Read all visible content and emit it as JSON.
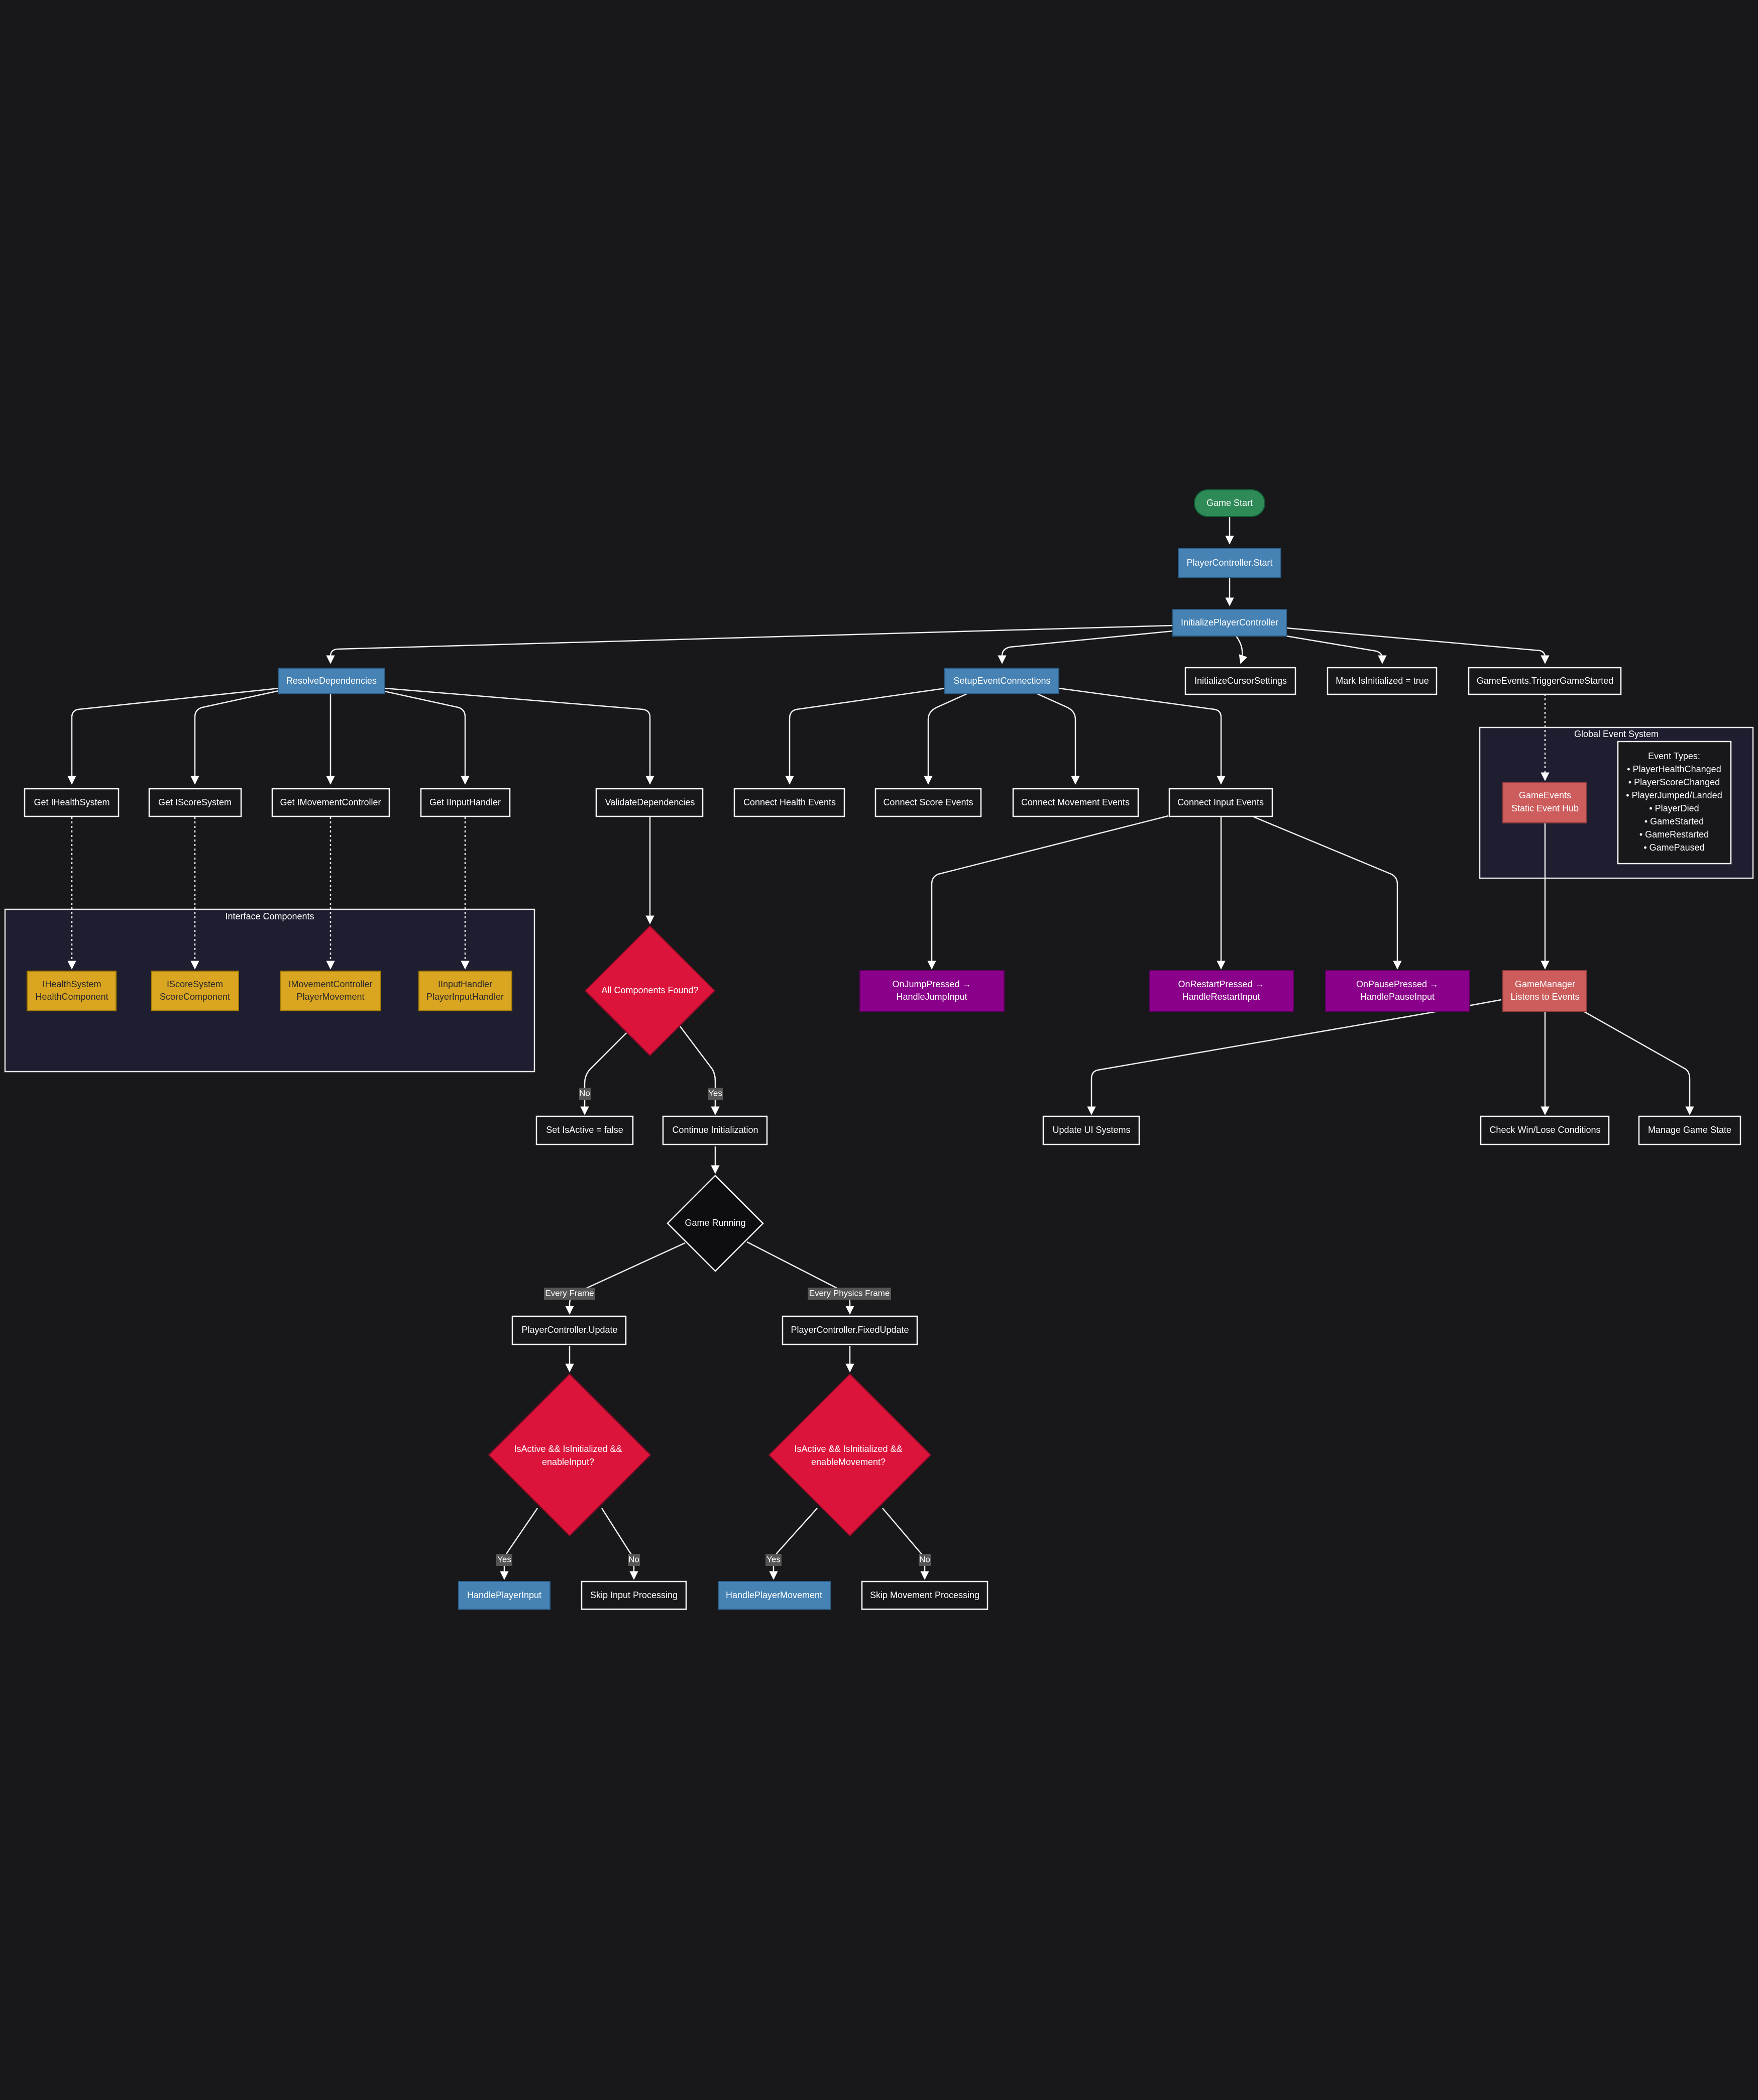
{
  "colors": {
    "background": "#18181b",
    "start": "#2e8b57",
    "process_blue": "#4682b4",
    "dark_node": "#18181b",
    "interface": "#daa520",
    "decision": "#dc143c",
    "event_purple": "#8b008b",
    "event_red": "#cd5c5c",
    "group_fill": "#1e1e30",
    "line": "#ffffff"
  },
  "groups": {
    "interface_components": "Interface Components",
    "global_event_system": "Global Event System"
  },
  "nodes": {
    "game_start": "Game Start",
    "player_controller_start": "PlayerController.Start",
    "initialize_player_controller": "InitializePlayerController",
    "resolve_dependencies": "ResolveDependencies",
    "setup_event_connections": "SetupEventConnections",
    "initialize_cursor_settings": "InitializeCursorSettings",
    "mark_is_initialized": "Mark IsInitialized = true",
    "trigger_game_started": "GameEvents.TriggerGameStarted",
    "get_ihealthsystem": "Get IHealthSystem",
    "get_iscoresystem": "Get IScoreSystem",
    "get_imovementcontroller": "Get IMovementController",
    "get_iinputhandler": "Get IInputHandler",
    "validate_dependencies": "ValidateDependencies",
    "connect_health_events": "Connect Health Events",
    "connect_score_events": "Connect Score Events",
    "connect_movement_events": "Connect Movement Events",
    "connect_input_events": "Connect Input Events",
    "ihealthsystem": [
      "IHealthSystem",
      "HealthComponent"
    ],
    "iscoresystem": [
      "IScoreSystem",
      "ScoreComponent"
    ],
    "imovementcontroller": [
      "IMovementController",
      "PlayerMovement"
    ],
    "iinputhandler": [
      "IInputHandler",
      "PlayerInputHandler"
    ],
    "all_components_found": "All Components Found?",
    "on_jump_pressed": [
      "OnJumpPressed →",
      "HandleJumpInput"
    ],
    "on_restart_pressed": [
      "OnRestartPressed →",
      "HandleRestartInput"
    ],
    "on_pause_pressed": [
      "OnPausePressed →",
      "HandlePauseInput"
    ],
    "game_events_hub": [
      "GameEvents",
      "Static Event Hub"
    ],
    "event_types": [
      "Event Types:",
      "• PlayerHealthChanged",
      "• PlayerScoreChanged",
      "• PlayerJumped/Landed",
      "• PlayerDied",
      "• GameStarted",
      "• GameRestarted",
      "• GamePaused"
    ],
    "game_manager": [
      "GameManager",
      "Listens to Events"
    ],
    "set_is_active_false": "Set IsActive = false",
    "continue_initialization": "Continue Initialization",
    "update_ui_systems": "Update UI Systems",
    "check_win_lose": "Check Win/Lose Conditions",
    "manage_game_state": "Manage Game State",
    "game_running": "Game Running",
    "player_controller_update": "PlayerController.Update",
    "player_controller_fixed_update": "PlayerController.FixedUpdate",
    "input_check": [
      "IsActive && IsInitialized &&",
      "enableInput?"
    ],
    "movement_check": [
      "IsActive && IsInitialized &&",
      "enableMovement?"
    ],
    "handle_player_input": "HandlePlayerInput",
    "skip_input_processing": "Skip Input Processing",
    "handle_player_movement": "HandlePlayerMovement",
    "skip_movement_processing": "Skip Movement Processing"
  },
  "edge_labels": {
    "no": "No",
    "yes": "Yes",
    "every_frame": "Every Frame",
    "every_physics_frame": "Every Physics Frame"
  }
}
